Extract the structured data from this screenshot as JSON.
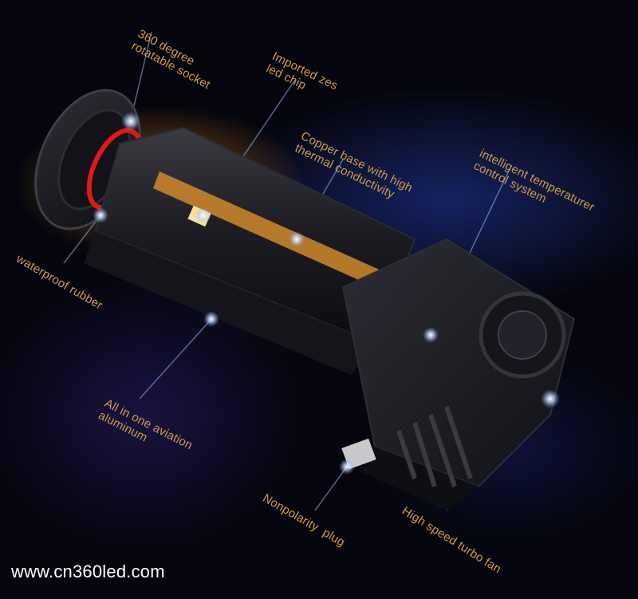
{
  "labels": {
    "socket": "360 degree\nrotatable socket",
    "chip": "Imported zes\nled chip",
    "copper": "Copper base with high\nthermal conductivity",
    "control": "intelligent temperaturer\ncontrol system",
    "rubber": "waterproof rubber",
    "aluminum": "All in one aviation\naluminum",
    "plug": "Nonpolarity  plug",
    "fan": "High speed turbo fan"
  },
  "watermark": "www.cn360led.com",
  "colors": {
    "label": "#d39a4a",
    "accent_red": "#e01818",
    "copper": "#d08a2a",
    "body": "#1c1d22"
  }
}
